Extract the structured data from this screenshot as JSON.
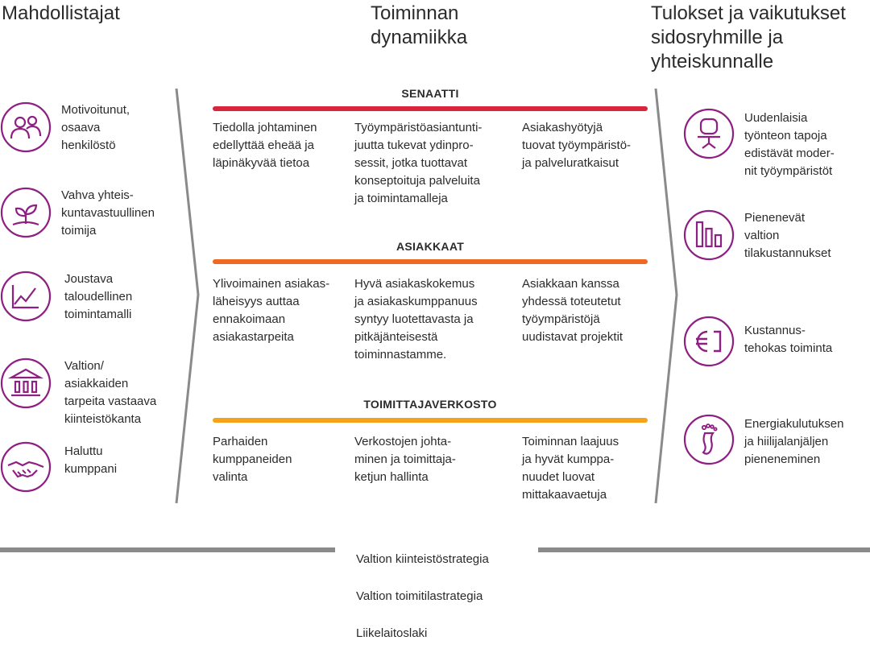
{
  "columns": {
    "left_title": "Mahdollistajat",
    "middle_title": "Toiminnan\ndynamiikka",
    "right_title": "Tulokset ja vaikutukset\nsidosryhmille ja\nyhteiskunnalle"
  },
  "enablers": [
    {
      "label": "Motivoitunut,\nosaava\nhenkilöstö",
      "icon": "people-icon"
    },
    {
      "label": "Vahva yhteis-\nkuntavastuullinen\ntoimija",
      "icon": "sprout-icon"
    },
    {
      "label": "Joustava\ntaloudellinen\ntoimintamalli",
      "icon": "line-chart-icon"
    },
    {
      "label": "Valtion/\nasiakkaiden\ntarpeita vastaava\nkiinteistökanta",
      "icon": "building-icon"
    },
    {
      "label": "Haluttu\nkumppani",
      "icon": "handshake-icon"
    }
  ],
  "sections": [
    {
      "title": "SENAATTI",
      "color": "#d7263d",
      "items": [
        "Tiedolla johtaminen\nedellyttää eheää ja\nläpinäkyvää tietoa",
        "Työympäristöasiantunti-\njuutta tukevat ydinpro-\nsessit, jotka tuottavat\nkonseptoituja palveluita\nja toimintamalleja",
        "Asiakashyötyjä\ntuovat työympäristö-\nja palveluratkaisut"
      ]
    },
    {
      "title": "ASIAKKAAT",
      "color": "#ee6a24",
      "items": [
        "Ylivoimainen asiakas-\nläheisyys auttaa\nennakoimaan\nasiakastarpeita",
        "Hyvä asiakaskokemus\nja asiakaskumppanuus\nsyntyy luotettavasta ja\npitkäjänteisestä\ntoiminnastamme.",
        "Asiakkaan kanssa\nyhdessä toteutetut\ntyöympäristöjä\nuudistavat projektit"
      ]
    },
    {
      "title": "TOIMITTAJAVERKOSTO",
      "color": "#f5a31a",
      "items": [
        "Parhaiden\nkumppaneiden\nvalinta",
        "Verkostojen johta-\nminen ja toimittaja-\nketjun hallinta",
        "Toiminnan laajuus\nja hyvät kumppa-\nnuudet luovat\nmittakaavaetuja"
      ]
    }
  ],
  "results": [
    {
      "label": "Uudenlaisia\ntyönteon tapoja\nedistävät moder-\nnit työympäristöt",
      "icon": "chair-icon"
    },
    {
      "label": "Pienenevät\nvaltion\ntilakustannukset",
      "icon": "bar-chart-icon"
    },
    {
      "label": "Kustannus-\ntehokas toiminta",
      "icon": "euro-icon"
    },
    {
      "label": "Energiakulutuksen\nja hiilijalanjäljen\npieneneminen",
      "icon": "footprint-icon"
    }
  ],
  "footer": {
    "lines": [
      "Valtion kiinteistöstrategia",
      "Valtion toimitilastrategia",
      "Liikelaitoslaki"
    ]
  },
  "colors": {
    "icon_accent": "#8e1f83",
    "divider": "#8a8a8a"
  }
}
